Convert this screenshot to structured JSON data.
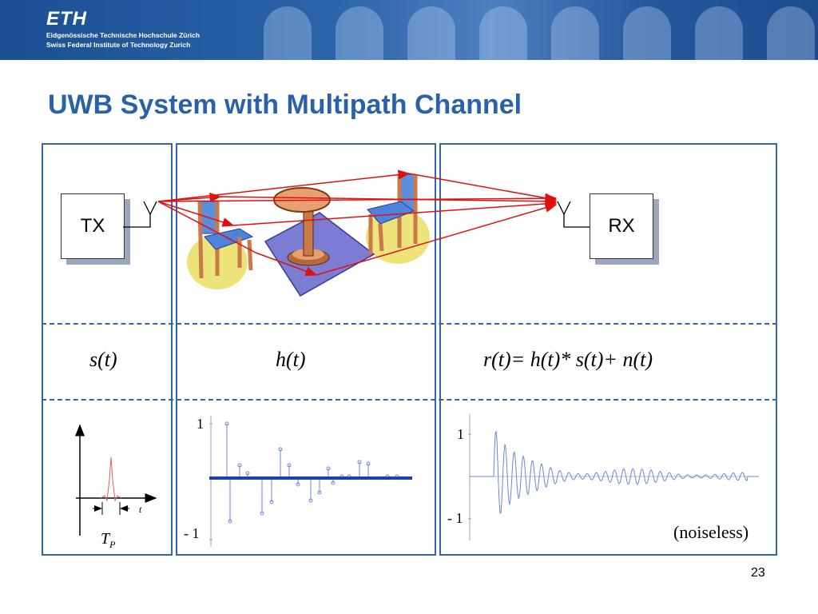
{
  "header": {
    "logo": "ETH",
    "institution_de": "Eidgenössische Technische Hochschule Zürich",
    "institution_en": "Swiss Federal Institute of Technology Zurich"
  },
  "slide": {
    "title": "UWB System with Multipath Channel",
    "page_number": "23"
  },
  "diagram": {
    "tx_label": "TX",
    "rx_label": "RX",
    "signal_s": "s(t)",
    "signal_h": "h(t)",
    "signal_r": "r(t)= h(t)* s(t)+ n(t)",
    "pulse_axis_label": "t",
    "pulse_width_label": "T",
    "pulse_width_subscript": "P",
    "h_ytick_top": "1",
    "h_ytick_bottom": "-  1",
    "r_ytick_top": "1",
    "r_ytick_bottom": "-  1",
    "noise_note": "(noiseless)",
    "colors": {
      "frame": "#2f67a8",
      "ray": "#e01010",
      "impulse": "#6f86d8",
      "pulse": "#e06060"
    }
  }
}
